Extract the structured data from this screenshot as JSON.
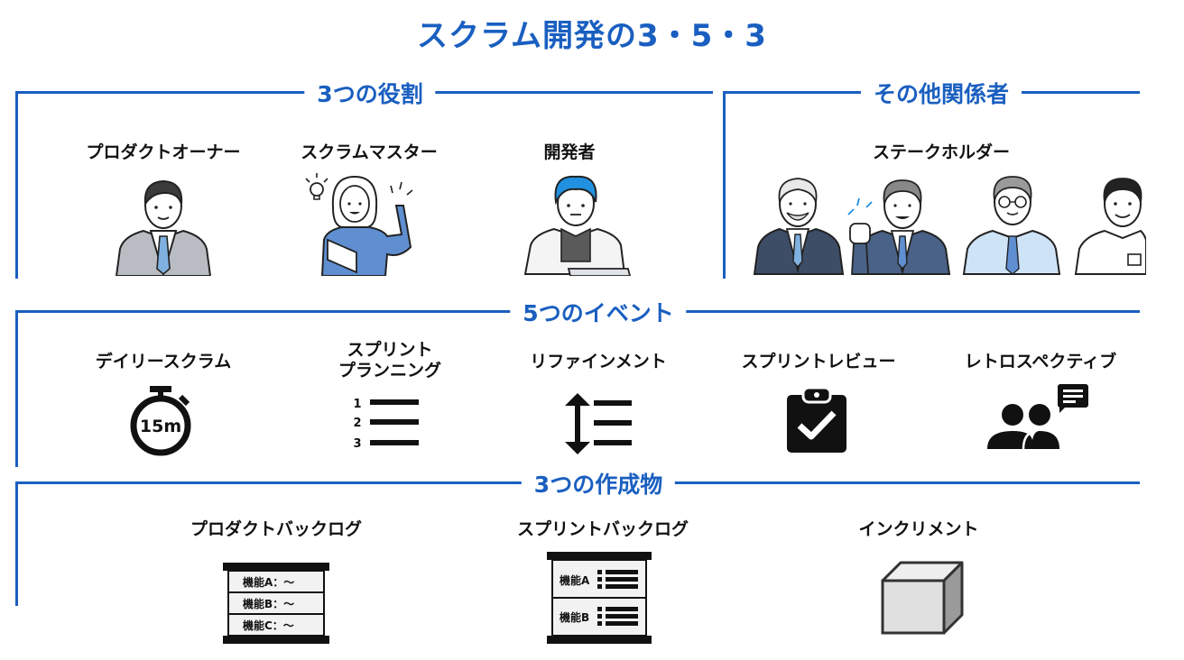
{
  "title": "スクラム開発の3・5・3",
  "sections": {
    "roles": {
      "title": "3つの役割",
      "items": [
        {
          "label": "プロダクトオーナー",
          "icon": "product-owner-person"
        },
        {
          "label": "スクラムマスター",
          "icon": "scrum-master-person"
        },
        {
          "label": "開発者",
          "icon": "developer-person"
        }
      ]
    },
    "others": {
      "title": "その他関係者",
      "items": [
        {
          "label": "ステークホルダー",
          "icon": "stakeholders-group"
        }
      ]
    },
    "events": {
      "title": "5つのイベント",
      "items": [
        {
          "label": "デイリースクラム",
          "icon": "stopwatch-icon",
          "badge": "15m"
        },
        {
          "label_line1": "スプリント",
          "label_line2": "プランニング",
          "icon": "numbered-list-icon",
          "numbers": [
            "1",
            "2",
            "3"
          ]
        },
        {
          "label": "リファインメント",
          "icon": "reorder-list-icon"
        },
        {
          "label": "スプリントレビュー",
          "icon": "clipboard-check-icon"
        },
        {
          "label": "レトロスペクティブ",
          "icon": "team-chat-icon"
        }
      ]
    },
    "artifacts": {
      "title": "3つの作成物",
      "items": [
        {
          "label": "プロダクトバックログ",
          "icon": "backlog-stack-icon",
          "rows": [
            "機能A：〜",
            "機能B：〜",
            "機能C：〜"
          ]
        },
        {
          "label": "スプリントバックログ",
          "icon": "sprint-backlog-icon",
          "rows": [
            "機能A",
            "機能B"
          ]
        },
        {
          "label": "インクリメント",
          "icon": "cube-icon"
        }
      ]
    }
  },
  "colors": {
    "accent": "#1a5fc0",
    "icon": "#111111",
    "suit_dark": "#3d4d66",
    "suit_gray": "#b9bcc2",
    "shirt_blue": "#5f8fd1",
    "light_blue": "#cfe3f7",
    "hair_blue": "#2190de"
  }
}
